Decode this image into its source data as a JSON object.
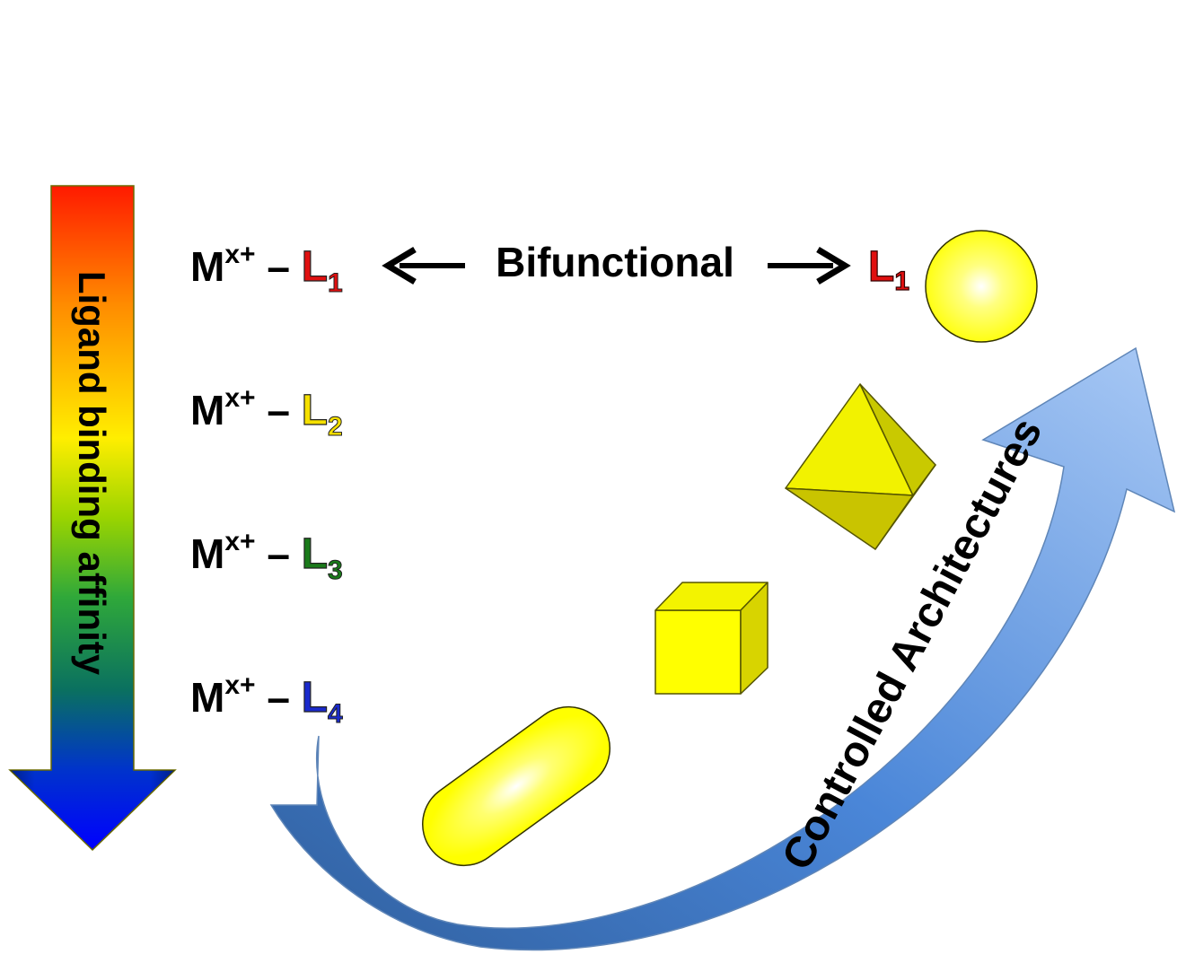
{
  "affinity_axis": {
    "label": "Ligand binding affinity",
    "gradient_colors": [
      "#ff1a00",
      "#ff8c00",
      "#ffee00",
      "#c8e600",
      "#2fa83a",
      "#0a7a5a",
      "#0033cc",
      "#0000ff"
    ]
  },
  "complexes": [
    {
      "metal": "M",
      "charge": "x+",
      "dash": "–",
      "ligand": "L",
      "index": "1",
      "color": "#e01010"
    },
    {
      "metal": "M",
      "charge": "x+",
      "dash": "–",
      "ligand": "L",
      "index": "2",
      "color": "#f5e000"
    },
    {
      "metal": "M",
      "charge": "x+",
      "dash": "–",
      "ligand": "L",
      "index": "3",
      "color": "#1a7a1a"
    },
    {
      "metal": "M",
      "charge": "x+",
      "dash": "–",
      "ligand": "L",
      "index": "4",
      "color": "#1a2acc"
    }
  ],
  "bifunctional": {
    "label": "Bifunctional",
    "ligand": "L",
    "index": "1",
    "color": "#e01010"
  },
  "shapes": [
    "sphere",
    "octahedron",
    "cube",
    "rod"
  ],
  "shape_color": "#ffff00",
  "curved_arrow": {
    "label": "Controlled Architectures",
    "color": "#5b8fd6"
  }
}
